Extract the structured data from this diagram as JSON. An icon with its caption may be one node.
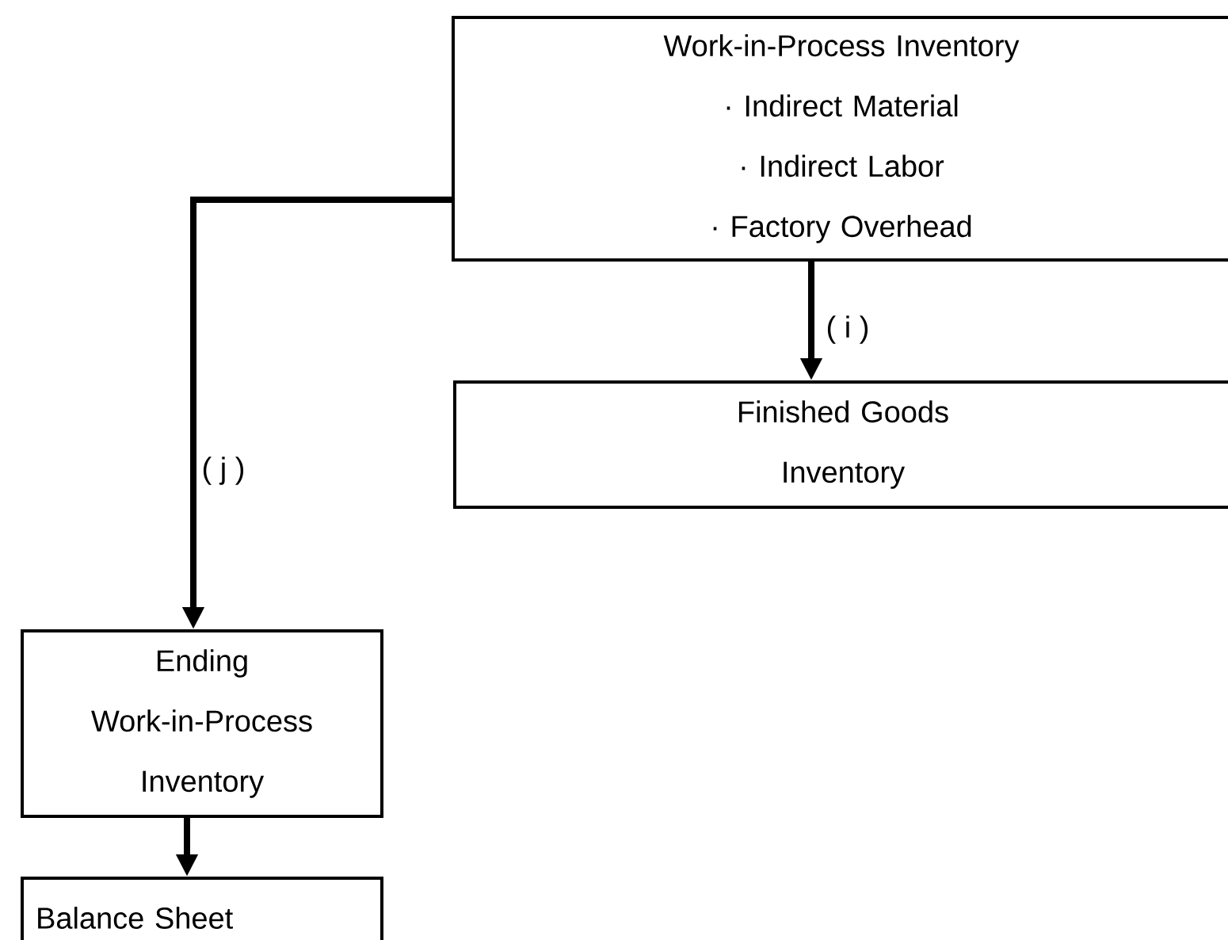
{
  "diagram": {
    "nodes": [
      {
        "text": [
          "Work-in-Process Inventory",
          "· Indirect Material",
          "· Indirect Labor",
          "· Factory Overhead"
        ]
      },
      {
        "text": [
          "Finished Goods Inventory"
        ]
      },
      {
        "text": [
          "Ending Work-in-Process Inventory"
        ]
      },
      {
        "text": [
          "Balance Sheet"
        ]
      }
    ],
    "edges": [
      {
        "from": 0,
        "to": 1,
        "arrow": "to",
        "label": "( i )"
      },
      {
        "from": 0,
        "to": 2,
        "arrow": "to",
        "label": "( j )"
      },
      {
        "from": 2,
        "to": 3,
        "arrow": "to"
      }
    ]
  }
}
